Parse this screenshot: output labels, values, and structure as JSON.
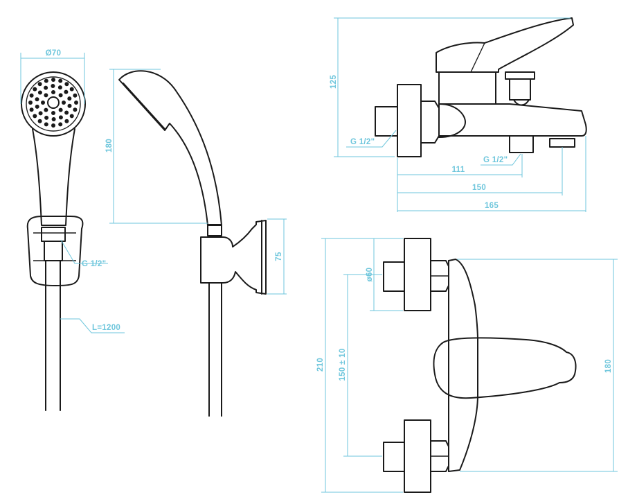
{
  "dimensions": {
    "head_diameter": "Ø70",
    "handshower_height": "180",
    "holder_height": "75",
    "holder_thread": "G 1/2\"",
    "hose_length": "L=1200",
    "mixer_height": "125",
    "mixer_inlet_thread": "G 1/2\"",
    "spout_thread": "G 1/2\"",
    "d111": "111",
    "d150": "150",
    "d165": "165",
    "rosette_diameter": "ø60",
    "total_height": "210",
    "centre_distance": "150 ± 10",
    "body_height": "180"
  },
  "colors": {
    "dimension": "#6ec6dc",
    "line": "#1a1a1a"
  }
}
